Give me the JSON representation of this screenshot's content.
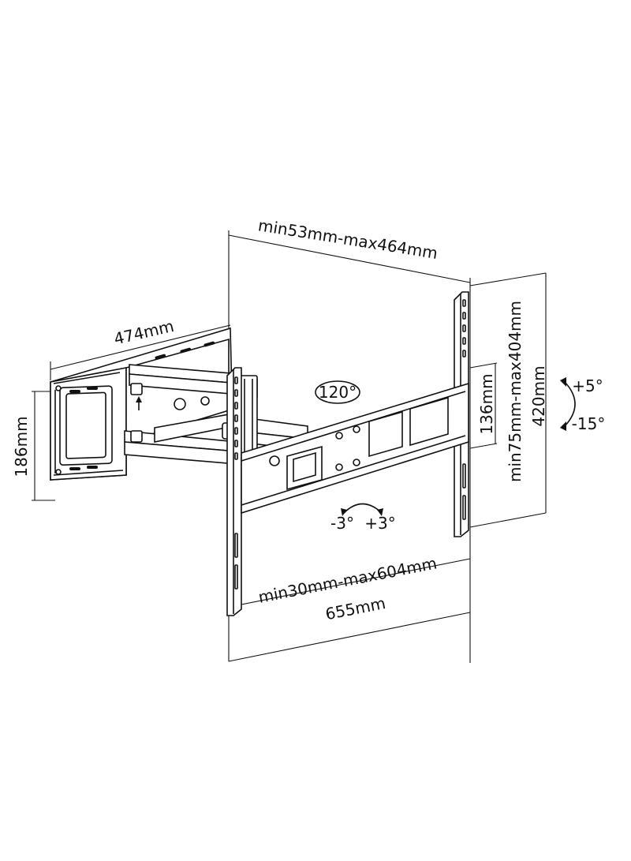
{
  "dimensions": {
    "depth_range": "min53mm-max464mm",
    "wall_plate_width": "474mm",
    "wall_plate_height": "186mm",
    "swivel_angle": "120°",
    "vesa_vertical_range": "min75mm-max404mm",
    "arm_spacing": "136mm",
    "vertical_height": "420mm",
    "tilt_up": "+5°",
    "tilt_down": "-15°",
    "rotation_left": "-3°",
    "rotation_right": "+3°",
    "vesa_horizontal_range": "min30mm-max604mm",
    "total_width": "655mm"
  },
  "colors": {
    "line": "#111111",
    "background": "#ffffff"
  }
}
